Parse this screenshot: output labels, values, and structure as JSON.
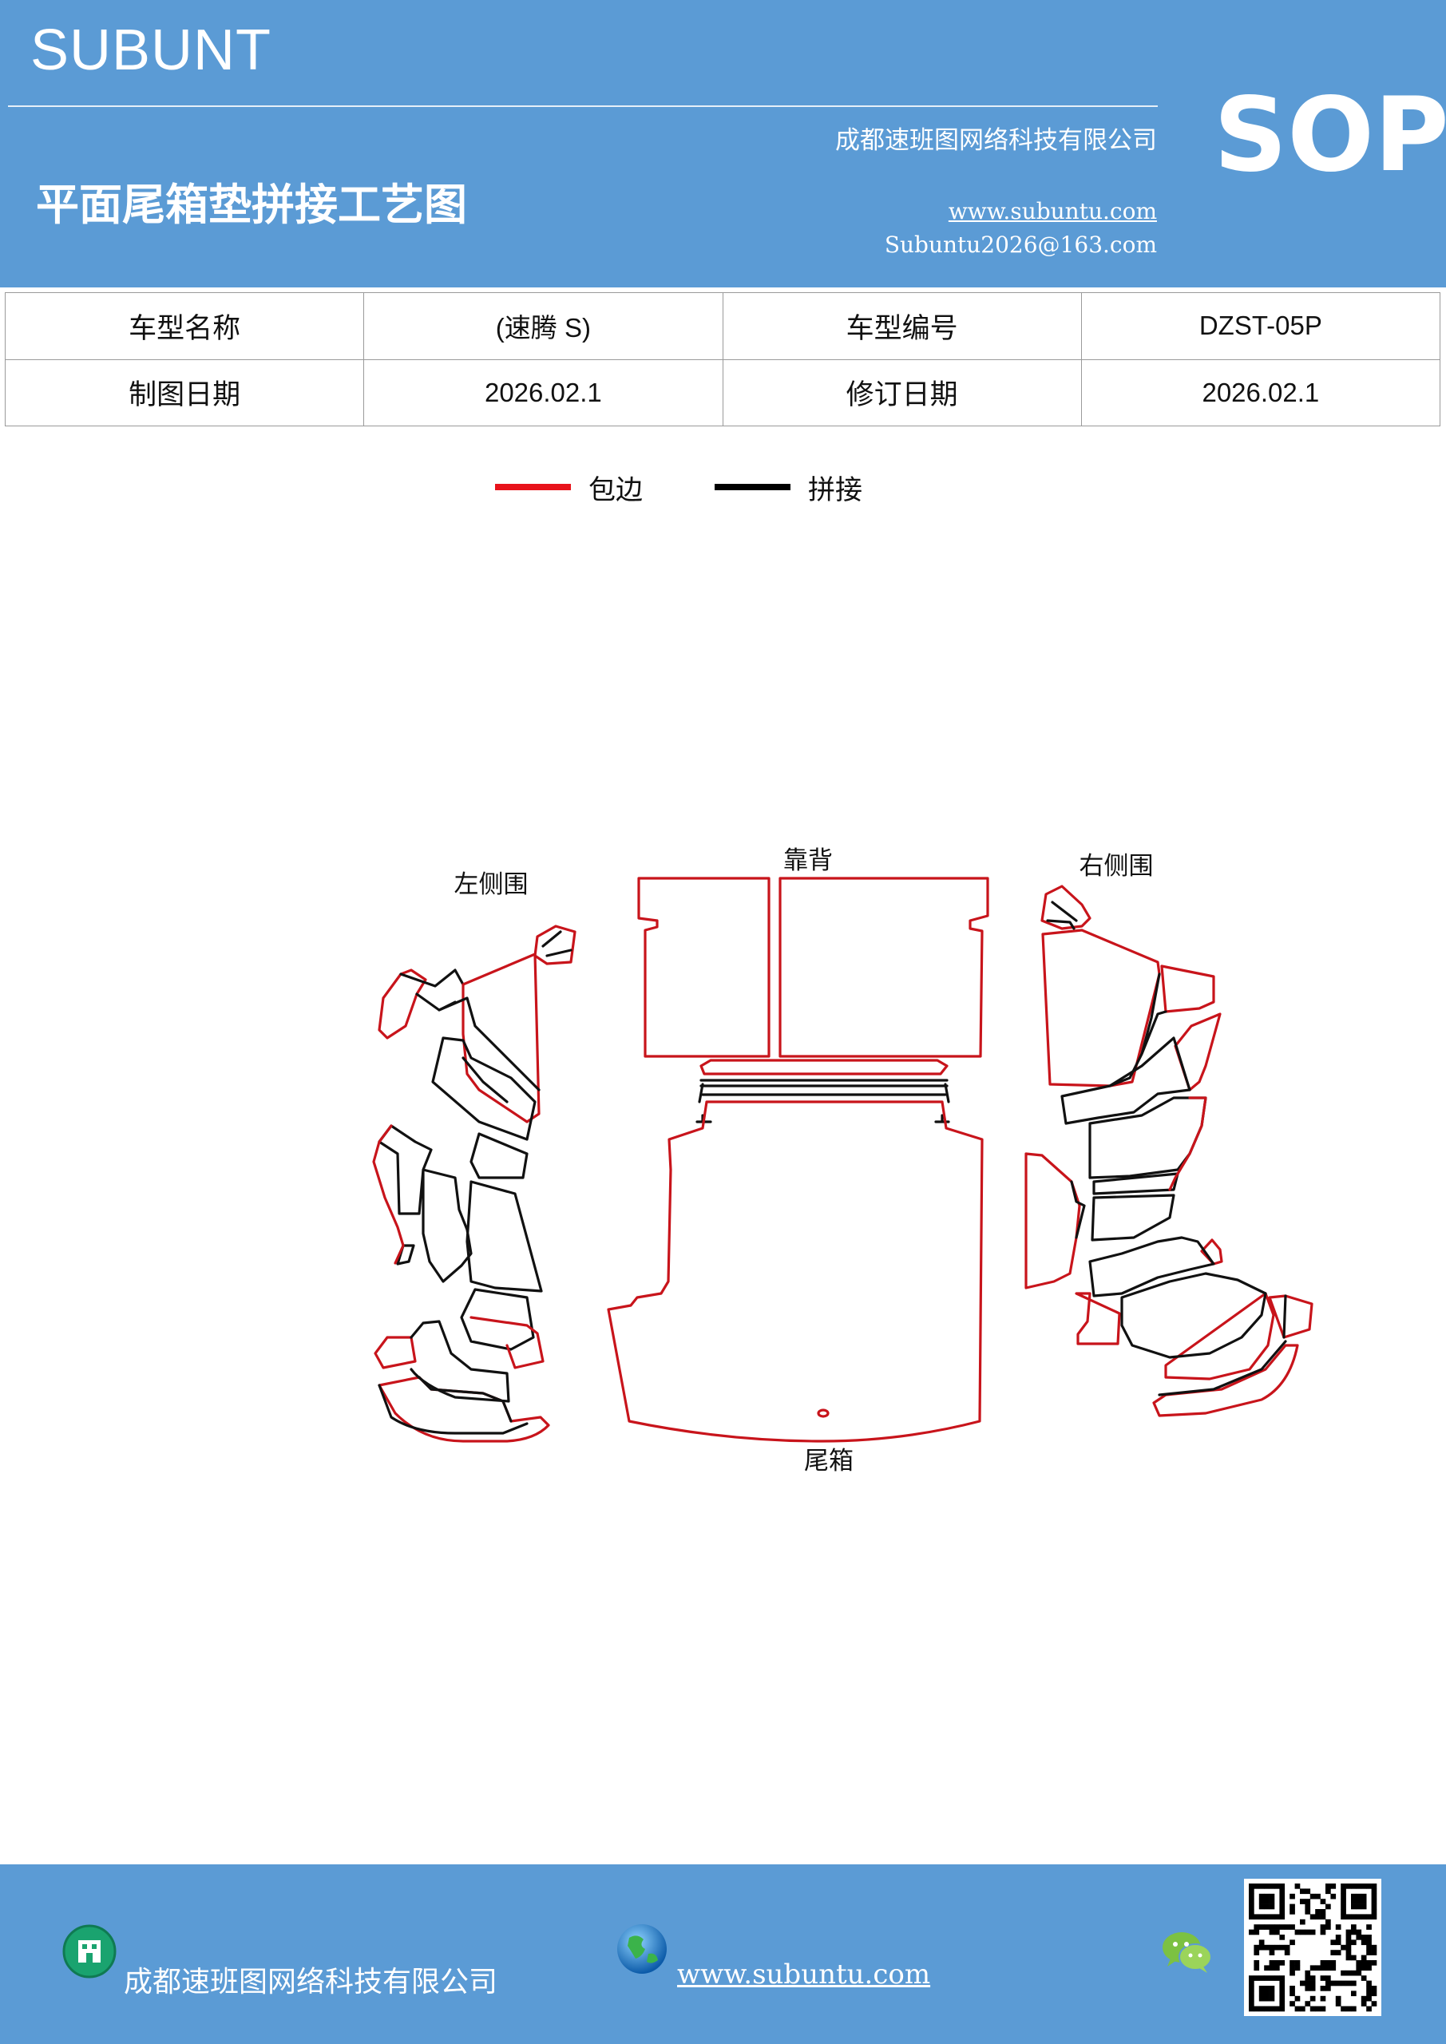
{
  "header": {
    "brand": "SUBUNT",
    "company": "成都速班图网络科技有限公司",
    "title": "平面尾箱垫拼接工艺图",
    "website": "www.subuntu.com",
    "email": "Subuntu2026@163.com",
    "badge": "SOP"
  },
  "info": {
    "model_name_label": "车型名称",
    "model_name": "(速腾 S)",
    "model_code_label": "车型编号",
    "model_code": "DZST-05P",
    "draw_date_label": "制图日期",
    "draw_date": "2026.02.1",
    "revise_date_label": "修订日期",
    "revise_date": "2026.02.1"
  },
  "legend": [
    {
      "label": "包边",
      "color": "#e8131b"
    },
    {
      "label": "拼接",
      "color": "#000000"
    }
  ],
  "diagram": {
    "left_label": "左侧围",
    "back_label": "靠背",
    "right_label": "右侧围",
    "trunk_label": "尾箱",
    "edge_color": "#c8141b",
    "seam_color": "#111111"
  },
  "footer": {
    "company": "成都速班图网络科技有限公司",
    "website": "www.subuntu.com",
    "icons": [
      "building-icon",
      "globe-icon",
      "wechat-icon",
      "qr-code"
    ]
  }
}
